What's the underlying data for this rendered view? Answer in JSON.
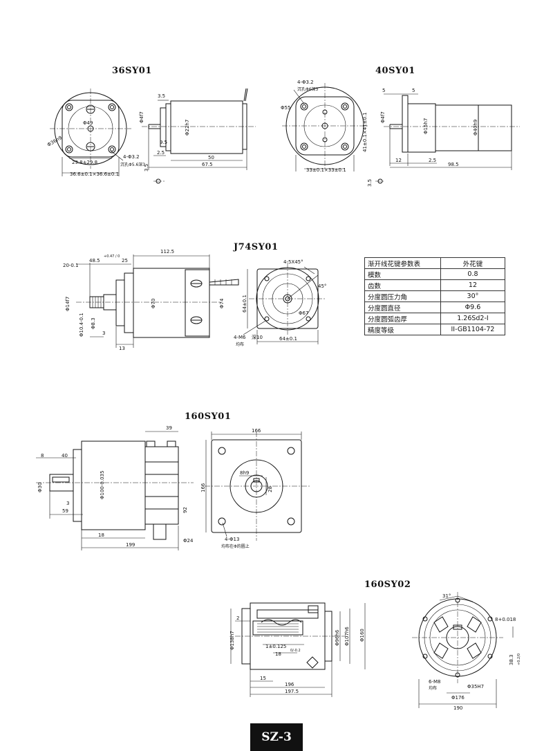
{
  "titles": {
    "m36": "36SY01",
    "m40": "40SY01",
    "j74": "J74SY01",
    "m160a": "160SY01",
    "m160b": "160SY02"
  },
  "dims": {
    "m36": {
      "d3_5a": "3.5",
      "d4f7": "Φ4f7",
      "d49": "Φ49",
      "d36h9": "Φ36h9",
      "d29_8": "29.8±29.8",
      "d36_6": "36.6±0.1×36.6±0.1",
      "holes": "4-Φ3.2",
      "holes_note": "沉孔Φ5.6深3",
      "d22h7": "Φ22h7",
      "d9_5": "9.5",
      "d2_5": "2.5",
      "d50": "50",
      "d67_5": "67.5",
      "d3_5b": "3.5"
    },
    "m40": {
      "holes": "4-Φ3.2",
      "holes_note": "沉孔Φ6深3",
      "d55": "Φ55",
      "d5a": "5",
      "d5b": "5",
      "d4f7": "Φ4f7",
      "d41": "41±0.1×41±0.1",
      "d33": "33±0.1×33±0.1",
      "d15h7": "Φ15h7",
      "d40h9": "Φ40h9",
      "d12": "12",
      "d2_5": "2.5",
      "d98_5": "98.5",
      "d3_5": "3.5"
    },
    "j74": {
      "d112_5": "112.5",
      "d48_5": "48.5",
      "d48_5_tol": "+0.47 / 0",
      "d20": "20-0.1",
      "d25": "25",
      "d14f7": "Φ14f7",
      "d8_3": "Φ8.3",
      "d10_4": "Φ10.4-0.1",
      "d3": "3",
      "d13": "13",
      "d70": "Φ70",
      "d74": "Φ74",
      "chamfer": "4-5X45°",
      "ang45": "45°",
      "d64v": "64±0.1",
      "d67": "Φ67",
      "holes": "4-M6",
      "holes_depth": "深10",
      "holes_note": "均布",
      "d64h": "64±0.1"
    },
    "m160a": {
      "d39": "39",
      "d8": "8",
      "d40": "40",
      "d30": "Φ30",
      "d100": "Φ100-0.035",
      "d59": "59",
      "d92": "92",
      "d18": "18",
      "d24": "Φ24",
      "d199": "199",
      "d166h": "166",
      "d166v": "166",
      "d8h9": "8h9",
      "d28": "28",
      "holes": "4-Φ13",
      "holes_note": "均布在Φ的圆上"
    },
    "m160b": {
      "d2": "2",
      "d138": "Φ138h7",
      "d1": "1±0.125",
      "d18": "18",
      "d18_tol": "0/-0.2",
      "d15": "15",
      "d196": "196",
      "d197_5": "197.5",
      "d96": "Φ96h6",
      "d107": "Φ107h6",
      "d160": "Φ160",
      "ang31": "31°",
      "d8": "8+0.018",
      "d38": "38.3",
      "d38_tol": "+0.2/0",
      "holes": "6-M8",
      "holes_note": "均布",
      "d35": "Φ35H7",
      "d176": "Φ176",
      "d190": "190"
    }
  },
  "spline_table": {
    "header": [
      "渐开线花键参数表",
      "外花键"
    ],
    "rows": [
      [
        "模数",
        "0.8"
      ],
      [
        "齿数",
        "12"
      ],
      [
        "分度圆压力角",
        "30°"
      ],
      [
        "分度圆直径",
        "Φ9.6"
      ],
      [
        "分度圆弧齿厚",
        "1.26Sd2-I"
      ],
      [
        "精度等级",
        "II-GB1104-72"
      ]
    ]
  },
  "footer": {
    "page_code": "SZ-3"
  }
}
